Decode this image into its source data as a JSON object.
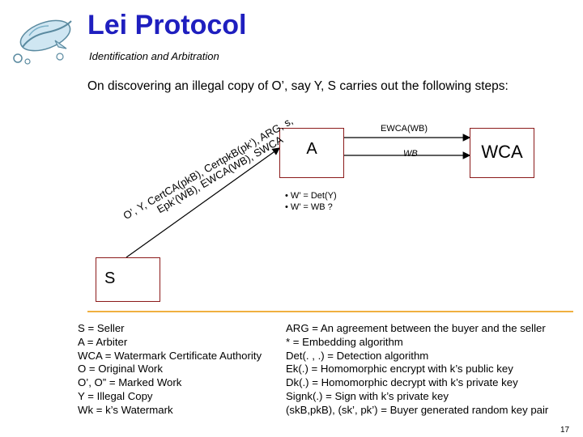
{
  "title": "Lei Protocol",
  "subtitle": "Identification and Arbitration",
  "intro": "On discovering an illegal copy of O’, say Y, S carries out the following steps:",
  "diagram": {
    "box_a": "A",
    "box_wca": "WCA",
    "box_s": "S",
    "arrow_top_label": "EWCA(WB)",
    "arrow_mid_label": "WB",
    "bullets": [
      "• W’ = Det(Y)",
      "• W’ = WB ?"
    ],
    "s_to_a_label": {
      "line1": "O’, Y, CertCA(pkB), CertpkB(pk’), ARG, s,",
      "line2": "Epk’(WB), EWCA(WB), SWCA"
    }
  },
  "definitions_left": [
    "S = Seller",
    "A = Arbiter",
    "WCA = Watermark Certificate Authority",
    "O = Original Work",
    "O’, O” = Marked Work",
    "Y = Illegal Copy",
    "Wk = k’s Watermark"
  ],
  "definitions_right": [
    "ARG = An agreement between the buyer and the seller",
    "* = Embedding algorithm",
    "Det(. , .) = Detection algorithm",
    "Ek(.) = Homomorphic encrypt with k’s public key",
    "Dk(.) = Homomorphic decrypt with k’s private key",
    "Signk(.) = Sign with k’s private key",
    "(skB,pkB), (sk’, pk’) = Buyer generated random key pair"
  ],
  "page_number": "17",
  "colors": {
    "title": "#1f1fbf",
    "box_border": "#8b1a1a",
    "divider": "#f0b040"
  },
  "icons": [
    "dolphin-logo-icon"
  ]
}
